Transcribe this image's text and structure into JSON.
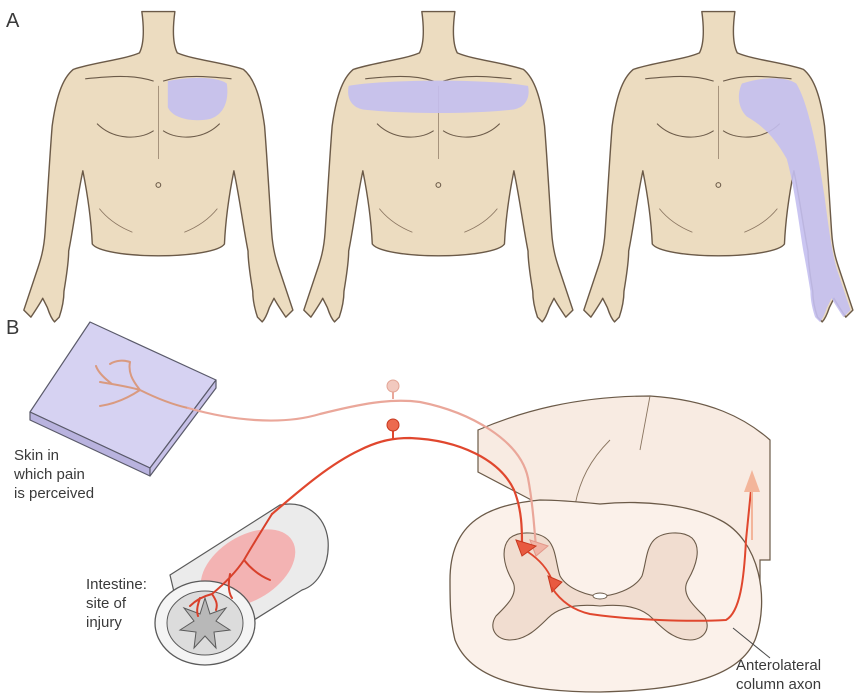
{
  "panels": {
    "a": {
      "label": "A"
    },
    "b": {
      "label": "B"
    }
  },
  "labels": {
    "skin": [
      "Skin in",
      "which pain",
      "is perceived"
    ],
    "intestine": [
      "Intestine:",
      "site of",
      "injury"
    ],
    "axon": [
      "Anterolateral",
      "column axon"
    ]
  },
  "colors": {
    "skin_tone": "#ecdcc0",
    "body_outline": "#6b5a48",
    "referred_pain": "#c4bff0",
    "visceral_afferent": "#e0472e",
    "cutaneous_afferent": "#eaa79a",
    "spinal_cord": "#f8ebe2",
    "gray_matter": "#f1ddd0",
    "intestine_injury": "#f6a0a0"
  }
}
